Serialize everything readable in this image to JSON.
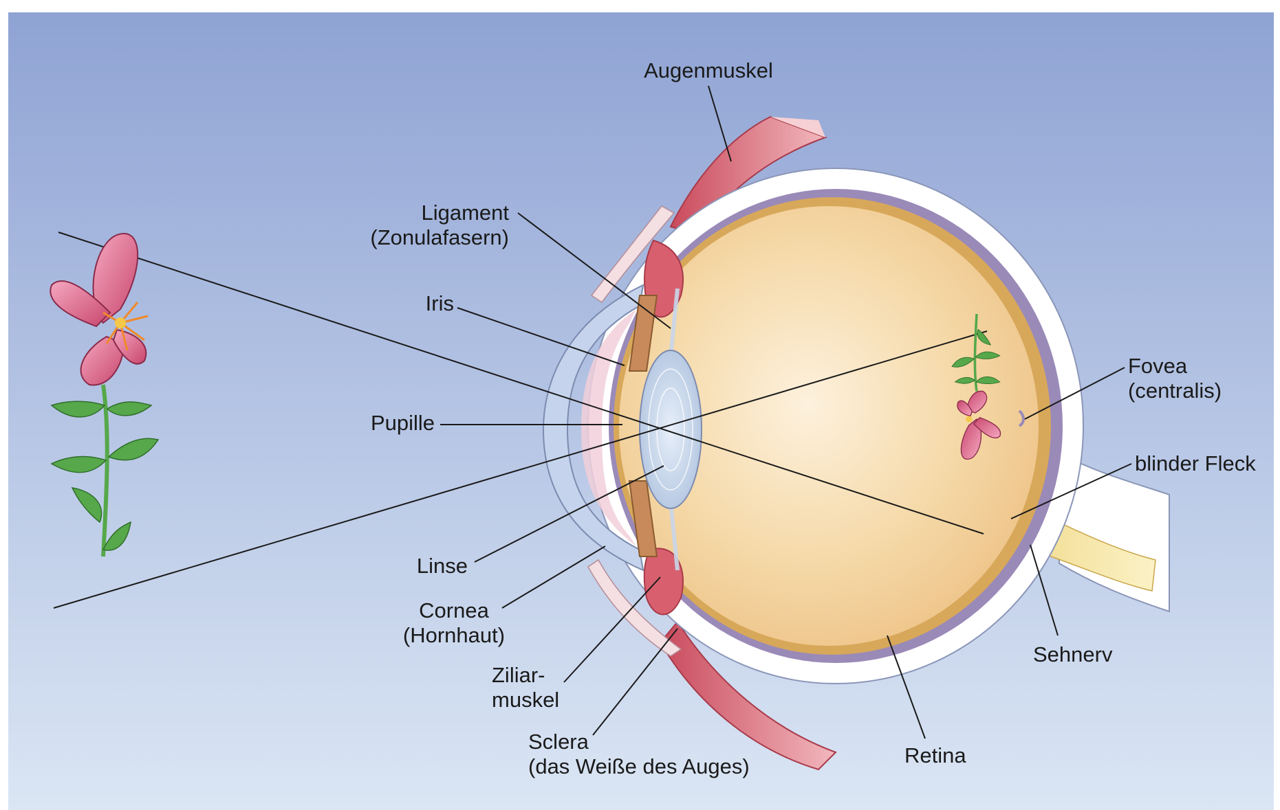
{
  "labels": {
    "augenmuskel": {
      "l1": "Augenmuskel"
    },
    "ligament": {
      "l1": "Ligament",
      "l2": "(Zonulafasern)"
    },
    "iris": {
      "l1": "Iris"
    },
    "pupille": {
      "l1": "Pupille"
    },
    "linse": {
      "l1": "Linse"
    },
    "cornea": {
      "l1": "Cornea",
      "l2": "(Hornhaut)"
    },
    "ziliar": {
      "l1": "Ziliar-",
      "l2": "muskel"
    },
    "sclera": {
      "l1": "Sclera",
      "l2": "(das Weiße des Auges)"
    },
    "retina": {
      "l1": "Retina"
    },
    "sehnerv": {
      "l1": "Sehnerv"
    },
    "fovea": {
      "l1": "Fovea",
      "l2": "(centralis)"
    },
    "blinder_fleck": {
      "l1": "blinder Fleck"
    }
  },
  "colors": {
    "background_top": "#8fa3d4",
    "background_bottom": "#dbe6f4",
    "sclera": "#ffffff",
    "choroid": "#9a8ab8",
    "retina": "#d8a85a",
    "vitreous": "#f2cf9a",
    "lens": "#c7d6ea",
    "iris": "#c88a5a",
    "muscle": "#d8606e",
    "optic_nerve": "#f3e08a",
    "flower_petal": "#d76a8e",
    "stem": "#56a84a"
  },
  "icons": {
    "flower_object": "flower-icon",
    "flower_image": "inverted-flower-icon"
  }
}
